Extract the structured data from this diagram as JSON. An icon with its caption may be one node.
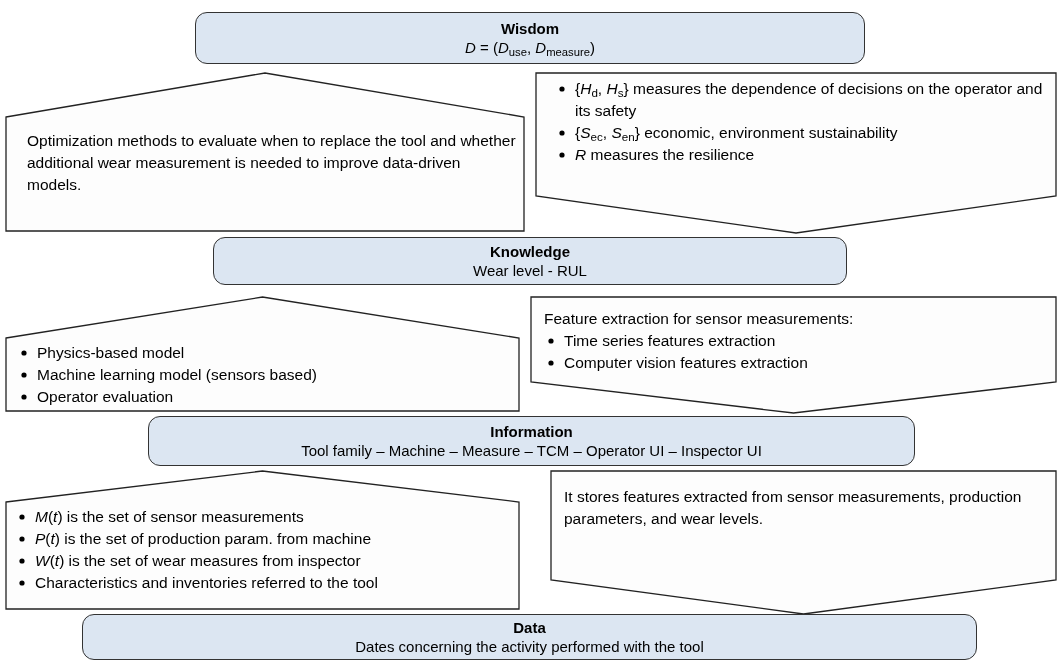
{
  "diagram": {
    "nodes": [
      {
        "text": [
          "Wisdom",
          "*D* = (*D*$_{use}$, *D*$_{measure}$)"
        ]
      },
      {
        "text": [
          "Optimization methods to evaluate when to replace the tool and whether additional wear measurement is needed to improve data-driven models."
        ]
      },
      {
        "text": [
          "{*H*$_{d}$, *H*$_{s}$} measures the dependence of decisions on the operator and its safety",
          "{*S*$_{ec}$, *S*$_{en}$} economic, environment sustainability",
          "*R* measures the resilience"
        ]
      },
      {
        "text": [
          "Knowledge",
          "Wear level - RUL"
        ]
      },
      {
        "text": [
          "Physics-based model",
          "Machine learning model (sensors based)",
          "Operator evaluation"
        ]
      },
      {
        "text": [
          "Feature extraction for sensor measurements:",
          "Time series features extraction",
          "Computer vision features extraction"
        ]
      },
      {
        "text": [
          "Information",
          "Tool family – Machine – Measure – TCM – Operator UI – Inspector UI"
        ]
      },
      {
        "text": [
          "*M*(*t*) is the set of sensor measurements",
          "*P*(*t*) is the set of production param. from machine",
          "*W*(*t*) is the set of wear measures from inspector",
          "Characteristics and inventories referred to the tool"
        ]
      },
      {
        "text": [
          "It stores features extracted from sensor measurements, production parameters, and wear levels."
        ]
      },
      {
        "text": [
          "Data",
          "Dates concerning the activity performed with the tool"
        ]
      }
    ]
  }
}
